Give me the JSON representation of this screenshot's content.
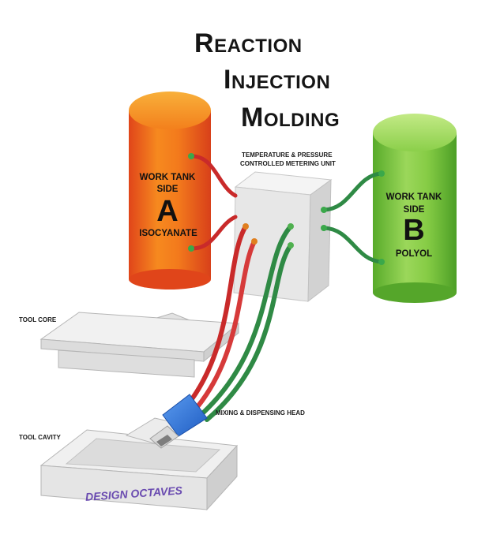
{
  "title": {
    "line1_initial": "R",
    "line1_rest": "EACTION",
    "line2_initial": "I",
    "line2_rest": "NJECTION",
    "line3_initial": "M",
    "line3_rest": "OLDING"
  },
  "tank_a": {
    "line1": "WORK TANK",
    "line2": "SIDE",
    "letter": "A",
    "chemical": "ISOCYANATE",
    "color": "#f26a1b"
  },
  "tank_b": {
    "line1": "WORK TANK",
    "line2": "SIDE",
    "letter": "B",
    "chemical": "POLYOL",
    "color": "#7dcb3a"
  },
  "metering_unit": {
    "label_line1": "TEMPERATURE & PRESSURE",
    "label_line2": "CONTROLLED METERING UNIT"
  },
  "labels": {
    "tool_core": "TOOL CORE",
    "tool_cavity": "TOOL CAVITY",
    "mixing_head": "MIXING & DISPENSING HEAD"
  },
  "watermark": "DESIGN OCTAVES",
  "colors": {
    "red_hose": "#d32a2a",
    "green_hose": "#2f8a45",
    "mixing_head": "#2f6fd6"
  }
}
